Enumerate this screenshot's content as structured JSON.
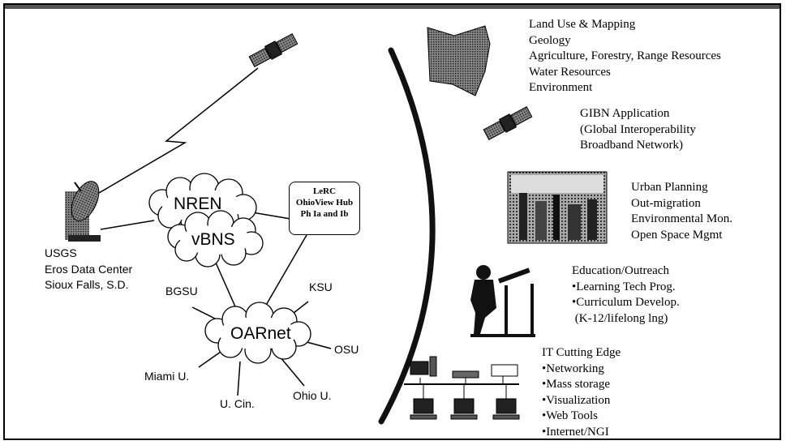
{
  "network": {
    "usgs_lines": [
      "USGS",
      "Eros Data Center",
      "Sioux Falls, S.D."
    ],
    "nren": "NREN",
    "vbns": "vBNS",
    "hub_lines": [
      "LeRC",
      "OhioView Hub",
      "Ph Ia and Ib"
    ],
    "oarnet": "OARnet",
    "nodes": {
      "bgsu": "BGSU",
      "ksu": "KSU",
      "osu": "OSU",
      "miami": "Miami U.",
      "ucin": "U. Cin.",
      "ohio": "Ohio U."
    }
  },
  "applications": [
    {
      "lines": [
        "Land Use & Mapping",
        "Geology",
        "Agriculture, Forestry, Range Resources",
        "Water Resources",
        "Environment"
      ],
      "icon": "ohio-map-icon"
    },
    {
      "lines": [
        "GIBN Application",
        "(Global Interoperability",
        "Broadband Network)"
      ],
      "icon": "satellite-icon"
    },
    {
      "lines": [
        "Urban Planning",
        "Out-migration",
        "Environmental Mon.",
        "Open Space Mgmt"
      ],
      "icon": "city-skyline-icon"
    },
    {
      "lines": [
        "Education/Outreach",
        "•Learning Tech Prog.",
        "•Curriculum Develop.",
        " (K-12/lifelong lng)"
      ],
      "icon": "student-at-desk-icon"
    },
    {
      "lines": [
        "IT Cutting Edge",
        "•Networking",
        "•Mass storage",
        "•Visualization",
        "•Web Tools",
        "•Internet/NGI"
      ],
      "icon": "computer-network-icon"
    }
  ]
}
